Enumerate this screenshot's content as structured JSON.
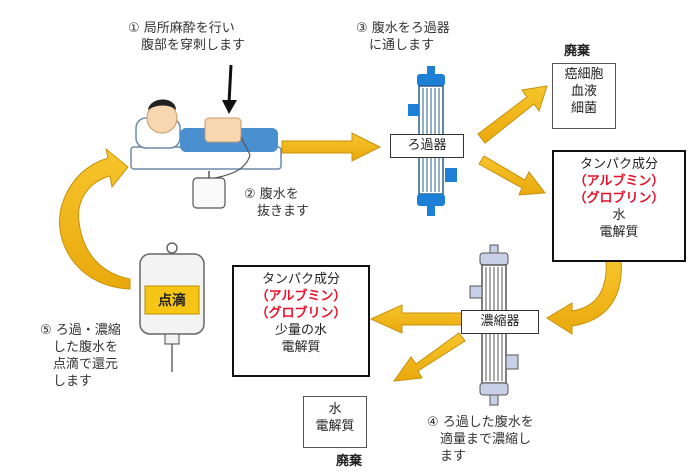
{
  "steps": {
    "s1": "① 局所麻酔を行い\n　腹部を穿刺します",
    "s2": "② 腹水を\n　抜きます",
    "s3": "③ 腹水をろ過器\n　に通します",
    "s4": "④ ろ過した腹水を\n　適量まで濃縮し\n　ます",
    "s5": "⑤ ろ過・濃縮\n　した腹水を\n　点滴で還元\n　します"
  },
  "labels": {
    "filter": "ろ過器",
    "concentrator": "濃縮器",
    "drip": "点滴",
    "waste_top": "廃棄",
    "waste_bottom": "廃棄"
  },
  "waste_top_box": {
    "l1": "癌細胞",
    "l2": "血液",
    "l3": "細菌"
  },
  "protein_box_right": {
    "l1": "タンパク成分",
    "l2": "（アルブミン）",
    "l3": "（グロブリン）",
    "l4": "水",
    "l5": "電解質"
  },
  "protein_box_left": {
    "l1": "タンパク成分",
    "l2": "（アルブミン）",
    "l3": "（グロブリン）",
    "l4": "少量の水",
    "l5": "電解質"
  },
  "waste_bottom_box": {
    "l1": "水",
    "l2": "電解質"
  },
  "colors": {
    "arrow": "#f2b617",
    "arrow_edge": "#c7900a",
    "accent_red": "#e8102a",
    "filter_blue": "#2a8fd8"
  }
}
